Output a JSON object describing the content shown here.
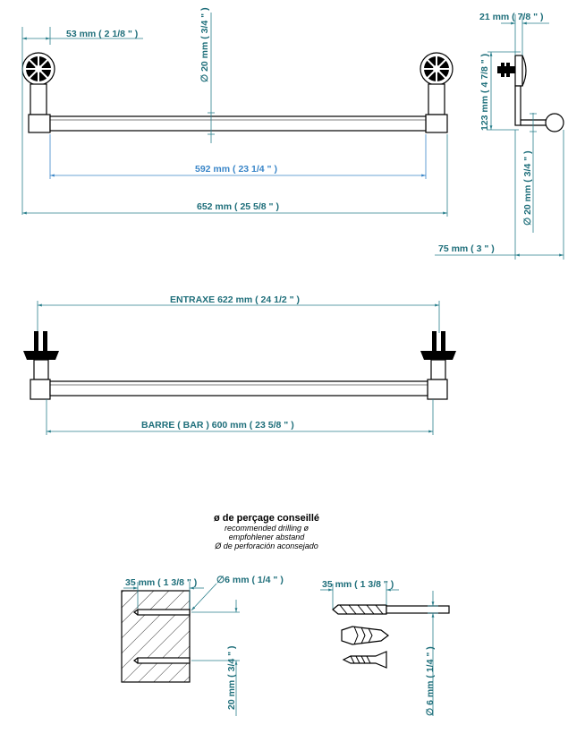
{
  "top_view": {
    "dim_53": "53 mm ( 2 1/8 \" )",
    "dim_dia20_top": "∅ 20 mm ( 3/4 \" )",
    "dim_592": "592 mm ( 23 1/4 \" )",
    "dim_652": "652 mm ( 25 5/8 \" )"
  },
  "side_view": {
    "dim_21": "21 mm ( 7/8 \" )",
    "dim_123": "123 mm ( 4 7/8 \" )",
    "dim_dia20_side": "∅ 20 mm ( 3/4 \" )",
    "dim_75": "75 mm ( 3 \" )"
  },
  "front_view": {
    "dim_entraxe": "ENTRAXE  622 mm ( 24 1/2 \" )",
    "dim_barre": "BARRE ( BAR )  600 mm ( 23 5/8 \" )"
  },
  "drilling": {
    "title": "ø de perçage conseillé",
    "lang_en": "recommended drilling ø",
    "lang_de": "empfohlener abstand",
    "lang_es": "Ø de perforación aconsejado",
    "dim_35_left": "35 mm ( 1 3/8 \" )",
    "dim_6_left": "∅6 mm ( 1/4 \" )",
    "dim_20_left": "20 mm ( 3/4 \" )",
    "dim_35_right": "35 mm ( 1 3/8 \" )",
    "dim_6_right": "∅ 6 mm ( 1/4 \" )"
  }
}
